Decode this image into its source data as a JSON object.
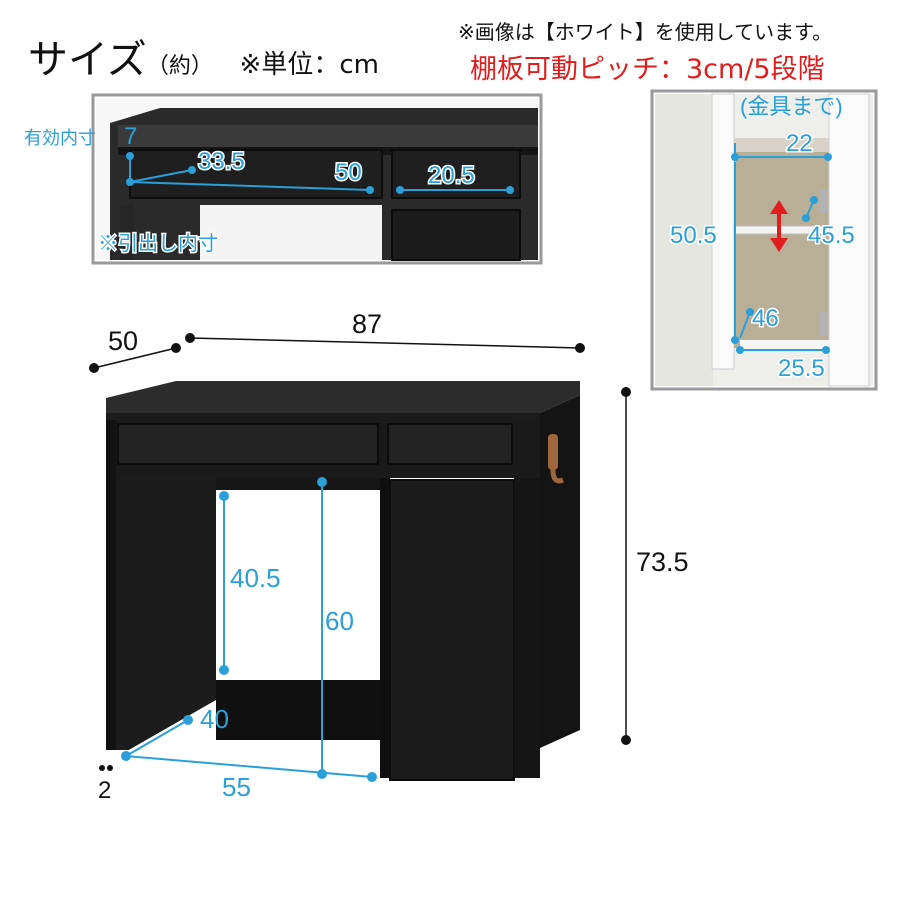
{
  "header": {
    "title": "サイズ",
    "title_suffix": "（約）",
    "unit": "※単位：cm",
    "note": "※画像は【ホワイト】を使用しています。",
    "shelf_pitch": "棚板可動ピッチ：3cm/5段階"
  },
  "drawer_inset": {
    "inner_label": "有効内寸",
    "height": "7",
    "depth_left": "33.5",
    "width_left": "50",
    "width_right": "20.5",
    "footnote": "※引出し内寸"
  },
  "cabinet_inset": {
    "label": "(金具まで)",
    "top_width": "22",
    "inner_height": "50.5",
    "shelf_gap": "45.5",
    "bottom_depth": "46",
    "bottom_width": "25.5"
  },
  "main": {
    "depth": "50",
    "width": "87",
    "height": "73.5",
    "knee_height": "40.5",
    "knee_total_height": "60",
    "knee_depth": "40",
    "knee_width": "55",
    "baseboard": "2"
  },
  "colors": {
    "desk": "#1b1b1b",
    "accent_blue": "#2a9fd8",
    "accent_red": "#e01e1e"
  }
}
